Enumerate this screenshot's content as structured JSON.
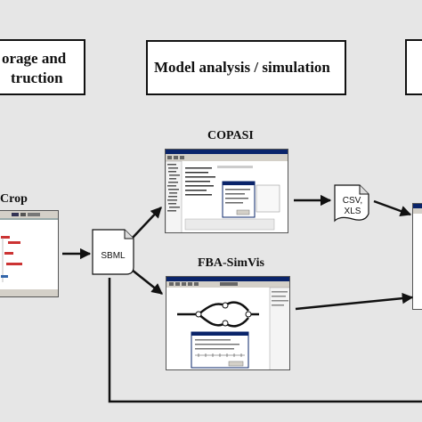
{
  "headers": {
    "left_line1": "orage and",
    "left_line2": "truction",
    "middle": "Model analysis / simulation"
  },
  "tools": {
    "left": "Crop",
    "top": "COPASI",
    "bottom": "FBA-SimVis"
  },
  "files": {
    "sbml": "SBML",
    "csv_line1": "CSV,",
    "csv_line2": "XLS"
  },
  "colors": {
    "background": "#e6e6e6",
    "stroke": "#111111",
    "app_chrome": "#d4d0c8",
    "window_title": "#0a246a"
  }
}
